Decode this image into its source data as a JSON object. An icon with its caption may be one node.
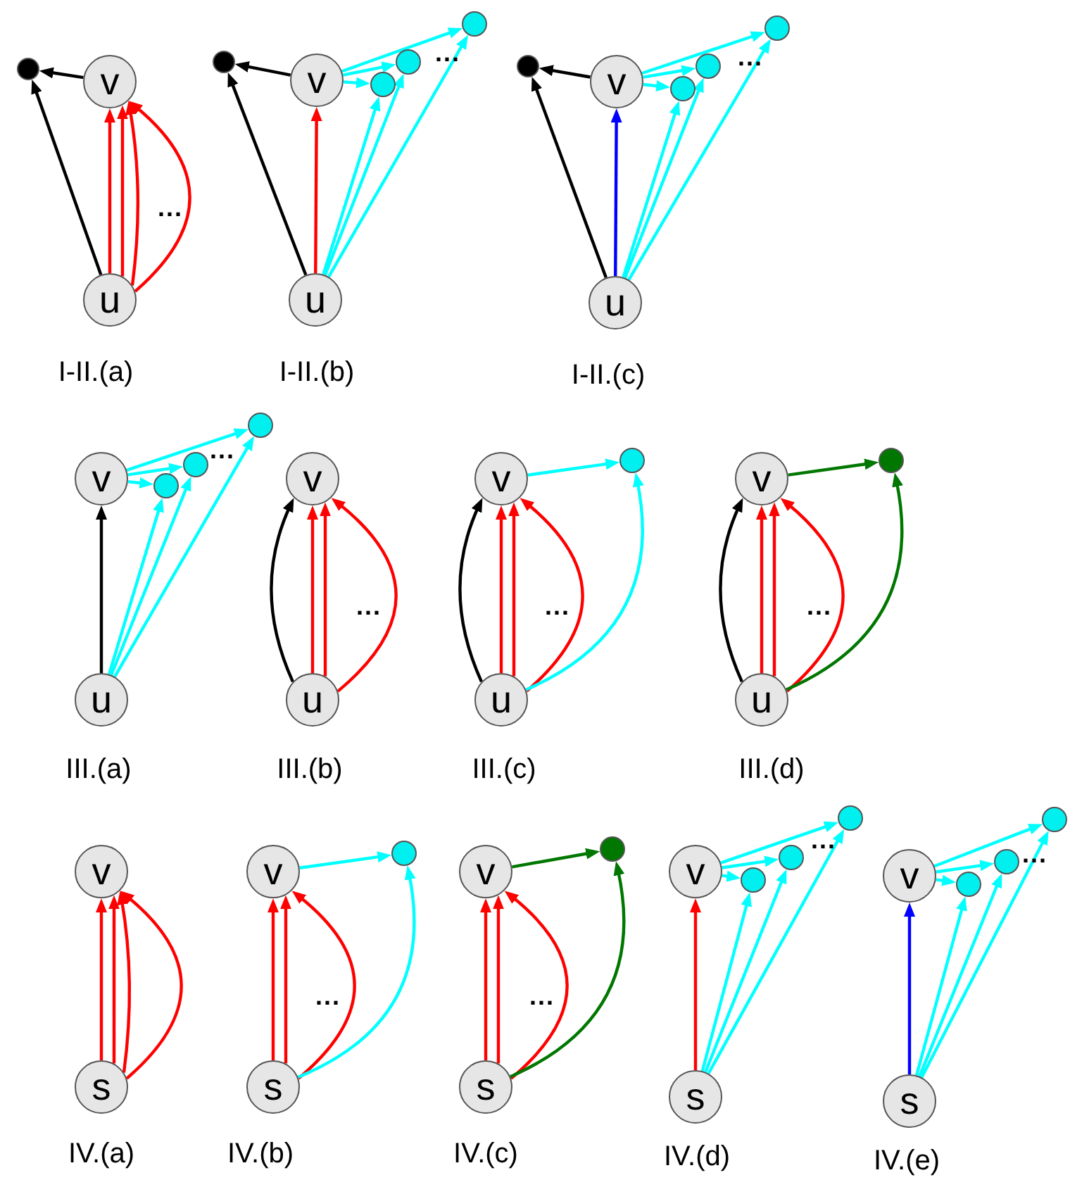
{
  "diagram": {
    "nodes": [
      {
        "text": [],
        "shape": "circle"
      },
      {
        "text": [
          "v"
        ]
      },
      {
        "text": [
          "u"
        ]
      },
      {
        "text": [],
        "shape": "circle"
      },
      {
        "text": [
          "v"
        ]
      },
      {
        "text": [],
        "shape": "circle"
      },
      {
        "text": [],
        "shape": "circle"
      },
      {
        "text": [],
        "shape": "circle"
      },
      {
        "text": [
          "u"
        ]
      },
      {
        "text": [],
        "shape": "circle"
      },
      {
        "text": [
          "v"
        ]
      },
      {
        "text": [],
        "shape": "circle"
      },
      {
        "text": [],
        "shape": "circle"
      },
      {
        "text": [],
        "shape": "circle"
      },
      {
        "text": [
          "u"
        ]
      },
      {
        "text": [
          "v"
        ]
      },
      {
        "text": [],
        "shape": "circle"
      },
      {
        "text": [],
        "shape": "circle"
      },
      {
        "text": [],
        "shape": "circle"
      },
      {
        "text": [
          "u"
        ]
      },
      {
        "text": [
          "v"
        ]
      },
      {
        "text": [
          "u"
        ]
      },
      {
        "text": [
          "v"
        ]
      },
      {
        "text": [],
        "shape": "circle"
      },
      {
        "text": [
          "u"
        ]
      },
      {
        "text": [
          "v"
        ]
      },
      {
        "text": [],
        "shape": "circle"
      },
      {
        "text": [
          "u"
        ]
      },
      {
        "text": [
          "v"
        ]
      },
      {
        "text": [
          "s"
        ]
      },
      {
        "text": [
          "v"
        ]
      },
      {
        "text": [],
        "shape": "circle"
      },
      {
        "text": [
          "s"
        ]
      },
      {
        "text": [
          "v"
        ]
      },
      {
        "text": [],
        "shape": "circle"
      },
      {
        "text": [
          "s"
        ]
      },
      {
        "text": [
          "v"
        ]
      },
      {
        "text": [],
        "shape": "circle"
      },
      {
        "text": [],
        "shape": "circle"
      },
      {
        "text": [],
        "shape": "circle"
      },
      {
        "text": [
          "s"
        ]
      },
      {
        "text": [
          "v"
        ]
      },
      {
        "text": [],
        "shape": "circle"
      },
      {
        "text": [],
        "shape": "circle"
      },
      {
        "text": [],
        "shape": "circle"
      },
      {
        "text": [
          "s"
        ]
      }
    ],
    "edges": [
      {
        "from": 1,
        "to": 0,
        "arrow": "to",
        "color": "#000000"
      },
      {
        "from": 2,
        "to": 0,
        "arrow": "to",
        "color": "#000000"
      },
      {
        "from": 2,
        "to": 1,
        "arrow": "to",
        "color": "#ff0000"
      },
      {
        "from": 2,
        "to": 1,
        "arrow": "to",
        "color": "#ff0000"
      },
      {
        "from": 2,
        "to": 1,
        "arrow": "to",
        "color": "#ff0000"
      },
      {
        "from": 2,
        "to": 1,
        "arrow": "to",
        "color": "#ff0000"
      },
      {
        "from": 4,
        "to": 3,
        "arrow": "to",
        "color": "#000000"
      },
      {
        "from": 8,
        "to": 3,
        "arrow": "to",
        "color": "#000000"
      },
      {
        "from": 8,
        "to": 4,
        "arrow": "to",
        "color": "#ff0000"
      },
      {
        "from": 4,
        "to": 5,
        "arrow": "to"
      },
      {
        "from": 4,
        "to": 6,
        "arrow": "to"
      },
      {
        "from": 4,
        "to": 7,
        "arrow": "to"
      },
      {
        "from": 8,
        "to": 5,
        "arrow": "to"
      },
      {
        "from": 8,
        "to": 6,
        "arrow": "to"
      },
      {
        "from": 8,
        "to": 7,
        "arrow": "to"
      },
      {
        "from": 10,
        "to": 9,
        "arrow": "to",
        "color": "#000000"
      },
      {
        "from": 14,
        "to": 9,
        "arrow": "to",
        "color": "#000000"
      },
      {
        "from": 14,
        "to": 10,
        "arrow": "to",
        "color": "#0000ff"
      },
      {
        "from": 10,
        "to": 11,
        "arrow": "to"
      },
      {
        "from": 10,
        "to": 12,
        "arrow": "to"
      },
      {
        "from": 10,
        "to": 13,
        "arrow": "to"
      },
      {
        "from": 14,
        "to": 11,
        "arrow": "to"
      },
      {
        "from": 14,
        "to": 12,
        "arrow": "to"
      },
      {
        "from": 14,
        "to": 13,
        "arrow": "to"
      },
      {
        "from": 19,
        "to": 15,
        "arrow": "to",
        "color": "#000000"
      },
      {
        "from": 15,
        "to": 16,
        "arrow": "to"
      },
      {
        "from": 15,
        "to": 17,
        "arrow": "to"
      },
      {
        "from": 15,
        "to": 18,
        "arrow": "to"
      },
      {
        "from": 19,
        "to": 16,
        "arrow": "to"
      },
      {
        "from": 19,
        "to": 17,
        "arrow": "to"
      },
      {
        "from": 19,
        "to": 18,
        "arrow": "to"
      },
      {
        "from": 21,
        "to": 20,
        "arrow": "to",
        "color": "#000000"
      },
      {
        "from": 21,
        "to": 20,
        "arrow": "to",
        "color": "#ff0000"
      },
      {
        "from": 21,
        "to": 20,
        "arrow": "to",
        "color": "#ff0000"
      },
      {
        "from": 21,
        "to": 20,
        "arrow": "to",
        "color": "#ff0000"
      },
      {
        "from": 24,
        "to": 22,
        "arrow": "to",
        "color": "#000000"
      },
      {
        "from": 24,
        "to": 22,
        "arrow": "to",
        "color": "#ff0000"
      },
      {
        "from": 24,
        "to": 22,
        "arrow": "to",
        "color": "#ff0000"
      },
      {
        "from": 24,
        "to": 22,
        "arrow": "to",
        "color": "#ff0000"
      },
      {
        "from": 22,
        "to": 23,
        "arrow": "to"
      },
      {
        "from": 24,
        "to": 23,
        "arrow": "to"
      },
      {
        "from": 27,
        "to": 25,
        "arrow": "to",
        "color": "#000000"
      },
      {
        "from": 27,
        "to": 25,
        "arrow": "to",
        "color": "#ff0000"
      },
      {
        "from": 27,
        "to": 25,
        "arrow": "to",
        "color": "#ff0000"
      },
      {
        "from": 27,
        "to": 25,
        "arrow": "to",
        "color": "#ff0000"
      },
      {
        "from": 25,
        "to": 26,
        "arrow": "to",
        "color": "#007700"
      },
      {
        "from": 27,
        "to": 26,
        "arrow": "to",
        "color": "#007700"
      },
      {
        "from": 29,
        "to": 28,
        "arrow": "to",
        "color": "#ff0000"
      },
      {
        "from": 29,
        "to": 28,
        "arrow": "to",
        "color": "#ff0000"
      },
      {
        "from": 29,
        "to": 28,
        "arrow": "to",
        "color": "#ff0000"
      },
      {
        "from": 29,
        "to": 28,
        "arrow": "to",
        "color": "#ff0000"
      },
      {
        "from": 32,
        "to": 30,
        "arrow": "to",
        "color": "#ff0000"
      },
      {
        "from": 32,
        "to": 30,
        "arrow": "to",
        "color": "#ff0000"
      },
      {
        "from": 32,
        "to": 30,
        "arrow": "to",
        "color": "#ff0000"
      },
      {
        "from": 30,
        "to": 31,
        "arrow": "to"
      },
      {
        "from": 32,
        "to": 31,
        "arrow": "to"
      },
      {
        "from": 35,
        "to": 33,
        "arrow": "to",
        "color": "#ff0000"
      },
      {
        "from": 35,
        "to": 33,
        "arrow": "to",
        "color": "#ff0000"
      },
      {
        "from": 35,
        "to": 33,
        "arrow": "to",
        "color": "#ff0000"
      },
      {
        "from": 33,
        "to": 34,
        "arrow": "to",
        "color": "#007700"
      },
      {
        "from": 35,
        "to": 34,
        "arrow": "to",
        "color": "#007700"
      },
      {
        "from": 40,
        "to": 36,
        "arrow": "to",
        "color": "#ff0000"
      },
      {
        "from": 36,
        "to": 37,
        "arrow": "to"
      },
      {
        "from": 36,
        "to": 38,
        "arrow": "to"
      },
      {
        "from": 36,
        "to": 39,
        "arrow": "to"
      },
      {
        "from": 40,
        "to": 37,
        "arrow": "to"
      },
      {
        "from": 40,
        "to": 38,
        "arrow": "to"
      },
      {
        "from": 40,
        "to": 39,
        "arrow": "to"
      },
      {
        "from": 45,
        "to": 41,
        "arrow": "to",
        "color": "#0000ff"
      },
      {
        "from": 41,
        "to": 42,
        "arrow": "to"
      },
      {
        "from": 41,
        "to": 43,
        "arrow": "to"
      },
      {
        "from": 41,
        "to": 44,
        "arrow": "to"
      },
      {
        "from": 45,
        "to": 42,
        "arrow": "to"
      },
      {
        "from": 45,
        "to": 43,
        "arrow": "to"
      },
      {
        "from": 45,
        "to": 44,
        "arrow": "to"
      }
    ],
    "labels": [
      "...",
      "...",
      "...",
      "I-II.(a)",
      "I-II.(b)",
      "I-II.(c)",
      "...",
      "...",
      "...",
      "...",
      "III.(a)",
      "III.(b)",
      "III.(c)",
      "III.(d)",
      "...",
      "...",
      "...",
      "...",
      "IV.(a)",
      "IV.(b)",
      "IV.(c)",
      "IV.(d)",
      "IV.(e)"
    ]
  }
}
